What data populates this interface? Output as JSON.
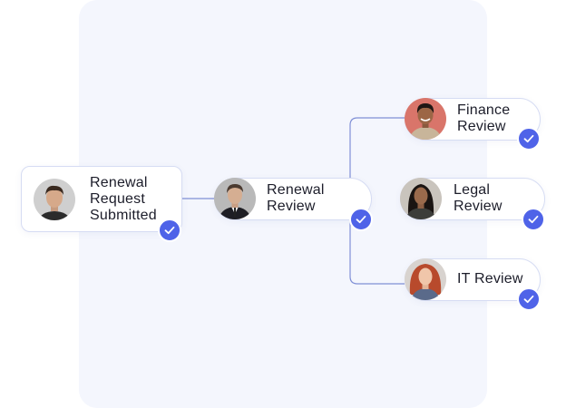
{
  "colors": {
    "panel_background": "#f4f6fd",
    "connector": "#7f8fd6",
    "check_badge": "#4f63e8",
    "card_border": "#d6dcf3"
  },
  "nodes": {
    "renewal_request": {
      "label": "Renewal\nRequest\nSubmitted",
      "status": "completed",
      "icon": "check-icon"
    },
    "renewal_review": {
      "label": "Renewal\nReview",
      "status": "completed",
      "icon": "check-icon"
    },
    "finance_review": {
      "label": "Finance\nReview",
      "status": "completed",
      "icon": "check-icon"
    },
    "legal_review": {
      "label": "Legal\nReview",
      "status": "completed",
      "icon": "check-icon"
    },
    "it_review": {
      "label": "IT Review",
      "status": "completed",
      "icon": "check-icon"
    }
  }
}
